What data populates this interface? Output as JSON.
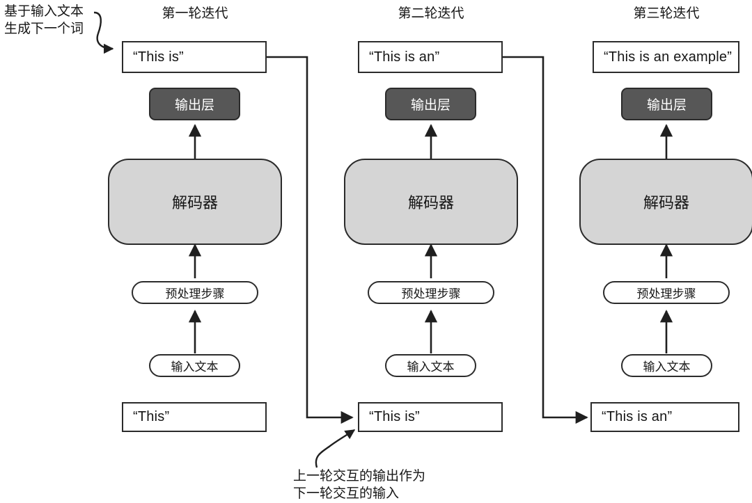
{
  "diagram": {
    "title_sr": "LLM iterative generation diagram",
    "colors": {
      "stroke": "#2b2b2b",
      "decoder_fill": "#d5d5d5",
      "output_layer_fill": "#575757",
      "output_layer_text": "#ffffff",
      "page_background": "#ffffff",
      "text": "#161616"
    },
    "annotations": {
      "top_left": "基于输入文本\n生成下一个词",
      "bottom_center": "上一轮交互的输出作为\n下一轮交互的输入"
    },
    "columns": [
      {
        "id": "iteration-1",
        "title": "第一轮迭代",
        "output_text": "“This is”",
        "output_layer": "输出层",
        "decoder": "解码器",
        "preprocess": "预处理步骤",
        "input_text": "输入文本",
        "input_sequence": "“This”"
      },
      {
        "id": "iteration-2",
        "title": "第二轮迭代",
        "output_text": "“This is an”",
        "output_layer": "输出层",
        "decoder": "解码器",
        "preprocess": "预处理步骤",
        "input_text": "输入文本",
        "input_sequence": "“This is”"
      },
      {
        "id": "iteration-3",
        "title": "第三轮迭代",
        "output_text": "“This is an example”",
        "output_layer": "输出层",
        "decoder": "解码器",
        "preprocess": "预处理步骤",
        "input_text": "输入文本",
        "input_sequence": "“This is an”"
      }
    ]
  }
}
